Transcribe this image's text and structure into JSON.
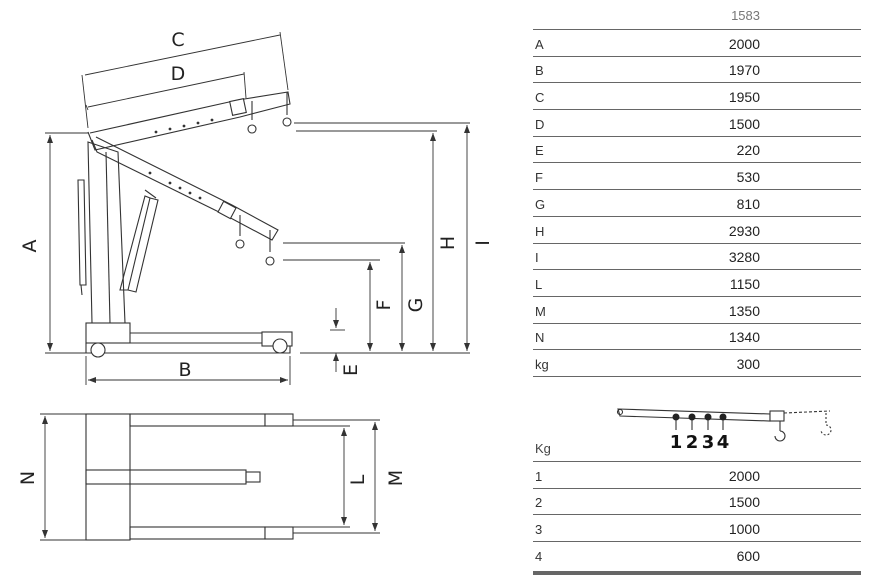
{
  "labels": {
    "A": "A",
    "B": "B",
    "C": "C",
    "D": "D",
    "E": "E",
    "F": "F",
    "G": "G",
    "H": "H",
    "I": "I",
    "L": "L",
    "M": "M",
    "N": "N"
  },
  "capacity_numbers": [
    "1",
    "2",
    "3",
    "4"
  ],
  "dimensions_table": {
    "model": "1583",
    "rows": [
      {
        "key": "A",
        "value": "2000"
      },
      {
        "key": "B",
        "value": "1970"
      },
      {
        "key": "C",
        "value": "1950"
      },
      {
        "key": "D",
        "value": "1500"
      },
      {
        "key": "E",
        "value": "220"
      },
      {
        "key": "F",
        "value": "530"
      },
      {
        "key": "G",
        "value": "810"
      },
      {
        "key": "H",
        "value": "2930"
      },
      {
        "key": "I",
        "value": "3280"
      },
      {
        "key": "L",
        "value": "1150"
      },
      {
        "key": "M",
        "value": "1350"
      },
      {
        "key": "N",
        "value": "1340"
      },
      {
        "key": "kg",
        "value": "300"
      }
    ]
  },
  "capacity_table": {
    "header": "Kg",
    "rows": [
      {
        "key": "1",
        "value": "2000"
      },
      {
        "key": "2",
        "value": "1500"
      },
      {
        "key": "3",
        "value": "1000"
      },
      {
        "key": "4",
        "value": "600"
      }
    ]
  }
}
